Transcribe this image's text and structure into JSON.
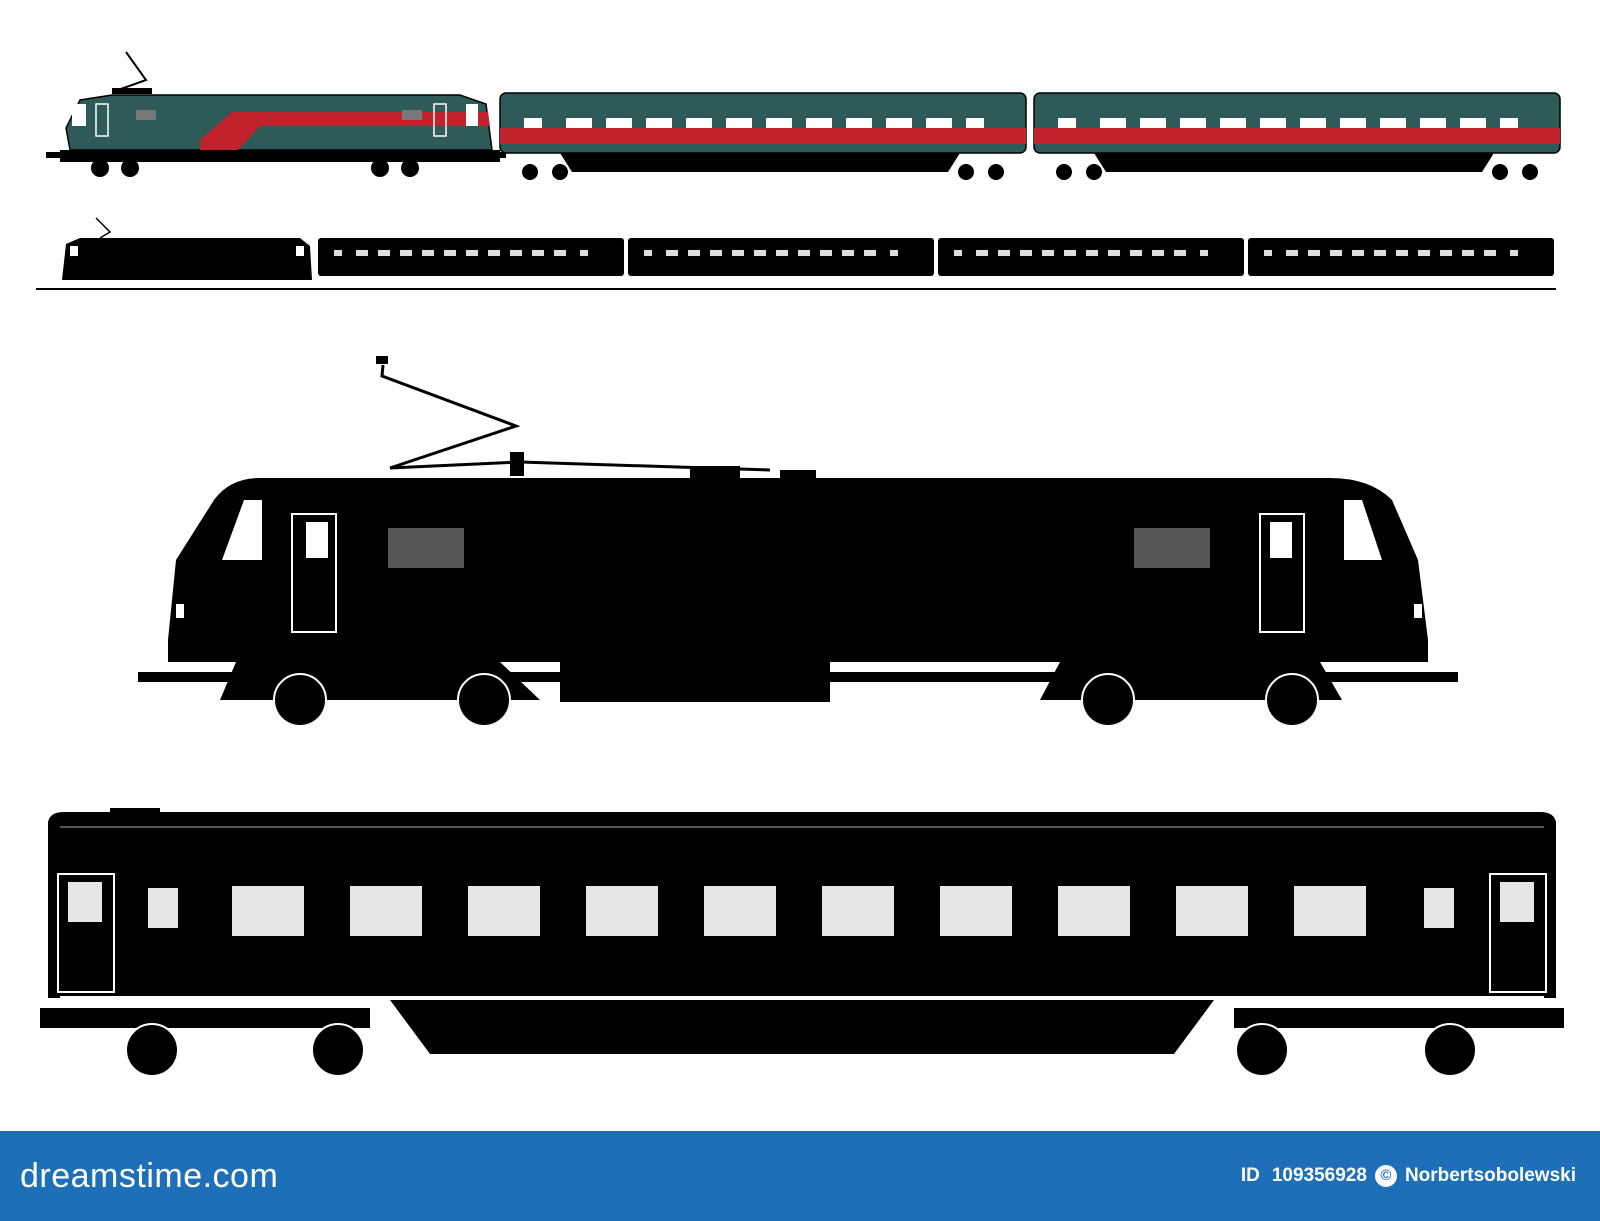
{
  "footer": {
    "brand": "dreamstime.com",
    "id_label": "ID",
    "id_value": "109356928",
    "copyright_symbol": "©",
    "author": "Norbertsobolewski",
    "background_color": "#1d70b7"
  },
  "colors": {
    "loco_green": "#2e5a57",
    "red_stripe": "#c0232c",
    "silhouette": "#000000",
    "window": "#ffffff",
    "coach_window": "#e6e6e6"
  }
}
